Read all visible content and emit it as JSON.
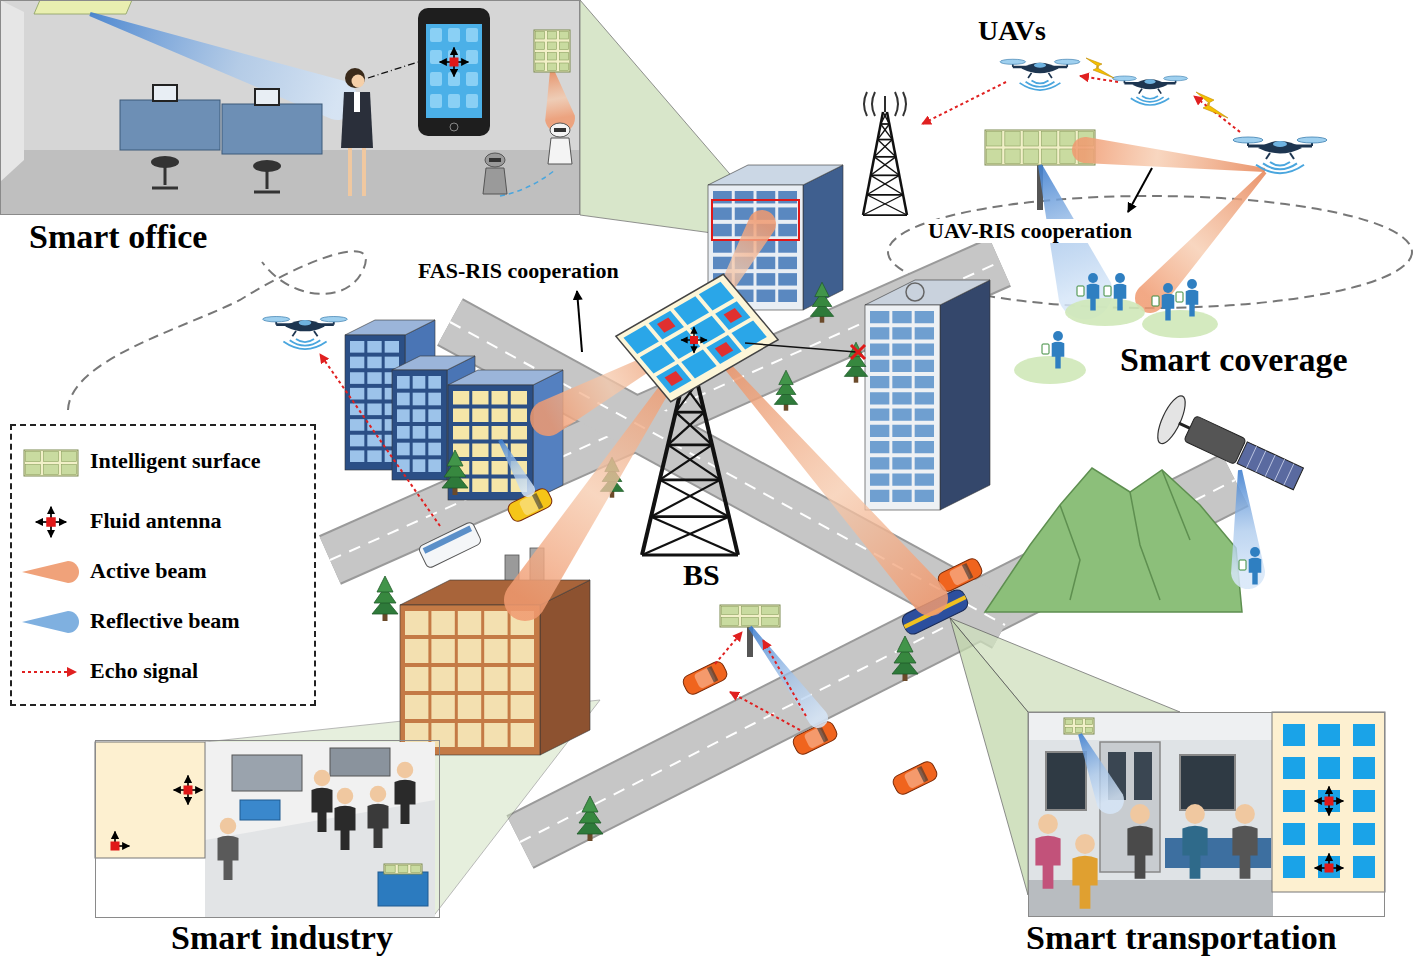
{
  "diagram": {
    "nodes": [
      {
        "text": [
          "Smart office"
        ]
      },
      {
        "text": [
          "Smart industry"
        ]
      },
      {
        "text": [
          "Smart transportation"
        ]
      }
    ],
    "labels": [
      "UAVs",
      "UAV-RIS cooperation",
      "FAS-RIS cooperation",
      "Smart coverage",
      "BS"
    ],
    "legend": [
      {
        "text": "Intelligent surface"
      },
      {
        "text": "Fluid antenna"
      },
      {
        "text": "Active beam",
        "color": "#f0a27a"
      },
      {
        "text": "Reflective beam",
        "color": "#7fb0e0"
      },
      {
        "text": "Echo signal"
      }
    ]
  }
}
